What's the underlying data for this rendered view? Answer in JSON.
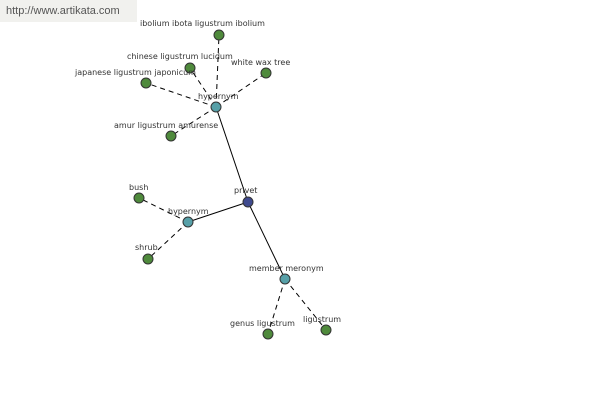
{
  "source": {
    "url": "http://www.artikata.com"
  },
  "colors": {
    "root_node": "#3f4a8e",
    "relation_node": "#57a0a8",
    "term_node": "#4f8a3c",
    "edge": "#000000",
    "label": "#333333",
    "url_bar_bg": "#f1f1ee"
  },
  "graph": {
    "nodes": [
      {
        "id": "privet",
        "label": "privet",
        "kind": "root"
      },
      {
        "id": "hypernym-top",
        "label": "hypernym",
        "kind": "relation"
      },
      {
        "id": "hypernym-left",
        "label": "hypernym",
        "kind": "relation"
      },
      {
        "id": "member-meronym",
        "label": "member meronym",
        "kind": "relation"
      },
      {
        "id": "ibolium",
        "label": "ibolium ibota ligustrum ibolium",
        "kind": "term"
      },
      {
        "id": "chinese-ligustrum",
        "label": "chinese ligustrum lucidum",
        "kind": "term"
      },
      {
        "id": "white-wax-tree",
        "label": "white wax tree",
        "kind": "term"
      },
      {
        "id": "japanese-ligustrum",
        "label": "japanese ligustrum japonicum",
        "kind": "term"
      },
      {
        "id": "amur-ligustrum",
        "label": "amur ligustrum amurense",
        "kind": "term"
      },
      {
        "id": "bush",
        "label": "bush",
        "kind": "term"
      },
      {
        "id": "shrub",
        "label": "shrub",
        "kind": "term"
      },
      {
        "id": "genus-ligustrum",
        "label": "genus ligustrum",
        "kind": "term"
      },
      {
        "id": "ligustrum",
        "label": "ligustrum",
        "kind": "term"
      }
    ],
    "edges": [
      {
        "from": "privet",
        "to": "hypernym-top",
        "style": "solid"
      },
      {
        "from": "privet",
        "to": "hypernym-left",
        "style": "solid"
      },
      {
        "from": "privet",
        "to": "member-meronym",
        "style": "solid"
      },
      {
        "from": "hypernym-top",
        "to": "ibolium",
        "style": "dashed"
      },
      {
        "from": "hypernym-top",
        "to": "chinese-ligustrum",
        "style": "dashed"
      },
      {
        "from": "hypernym-top",
        "to": "white-wax-tree",
        "style": "dashed"
      },
      {
        "from": "hypernym-top",
        "to": "japanese-ligustrum",
        "style": "dashed"
      },
      {
        "from": "hypernym-top",
        "to": "amur-ligustrum",
        "style": "dashed"
      },
      {
        "from": "hypernym-left",
        "to": "bush",
        "style": "dashed"
      },
      {
        "from": "hypernym-left",
        "to": "shrub",
        "style": "dashed"
      },
      {
        "from": "member-meronym",
        "to": "genus-ligustrum",
        "style": "dashed"
      },
      {
        "from": "member-meronym",
        "to": "ligustrum",
        "style": "dashed"
      }
    ]
  }
}
